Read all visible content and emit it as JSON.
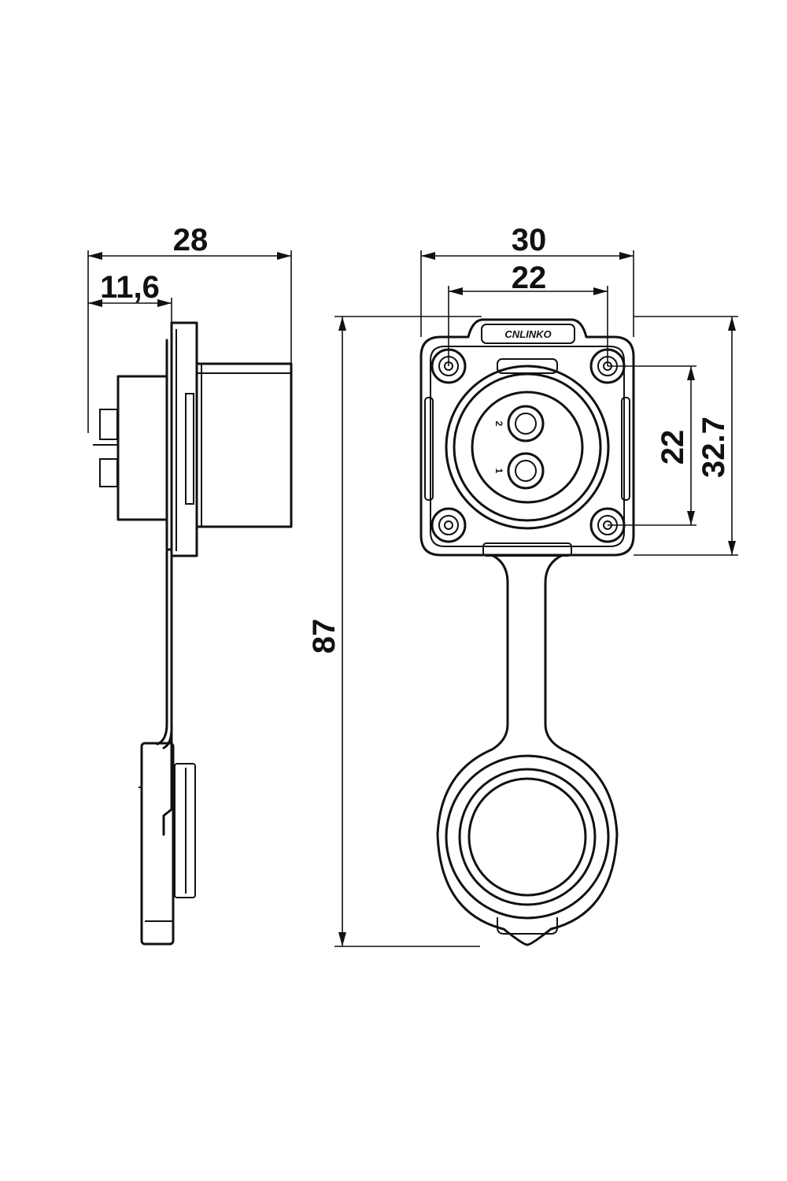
{
  "dimensions": {
    "side_total_depth": "28",
    "side_flange_depth": "11,6",
    "front_width": "30",
    "front_hole_spacing_x": "22",
    "front_hole_spacing_y": "22",
    "front_height": "32.7",
    "total_length": "87"
  },
  "pins": [
    "2",
    "1"
  ],
  "brand_logo": "CNLINKO"
}
